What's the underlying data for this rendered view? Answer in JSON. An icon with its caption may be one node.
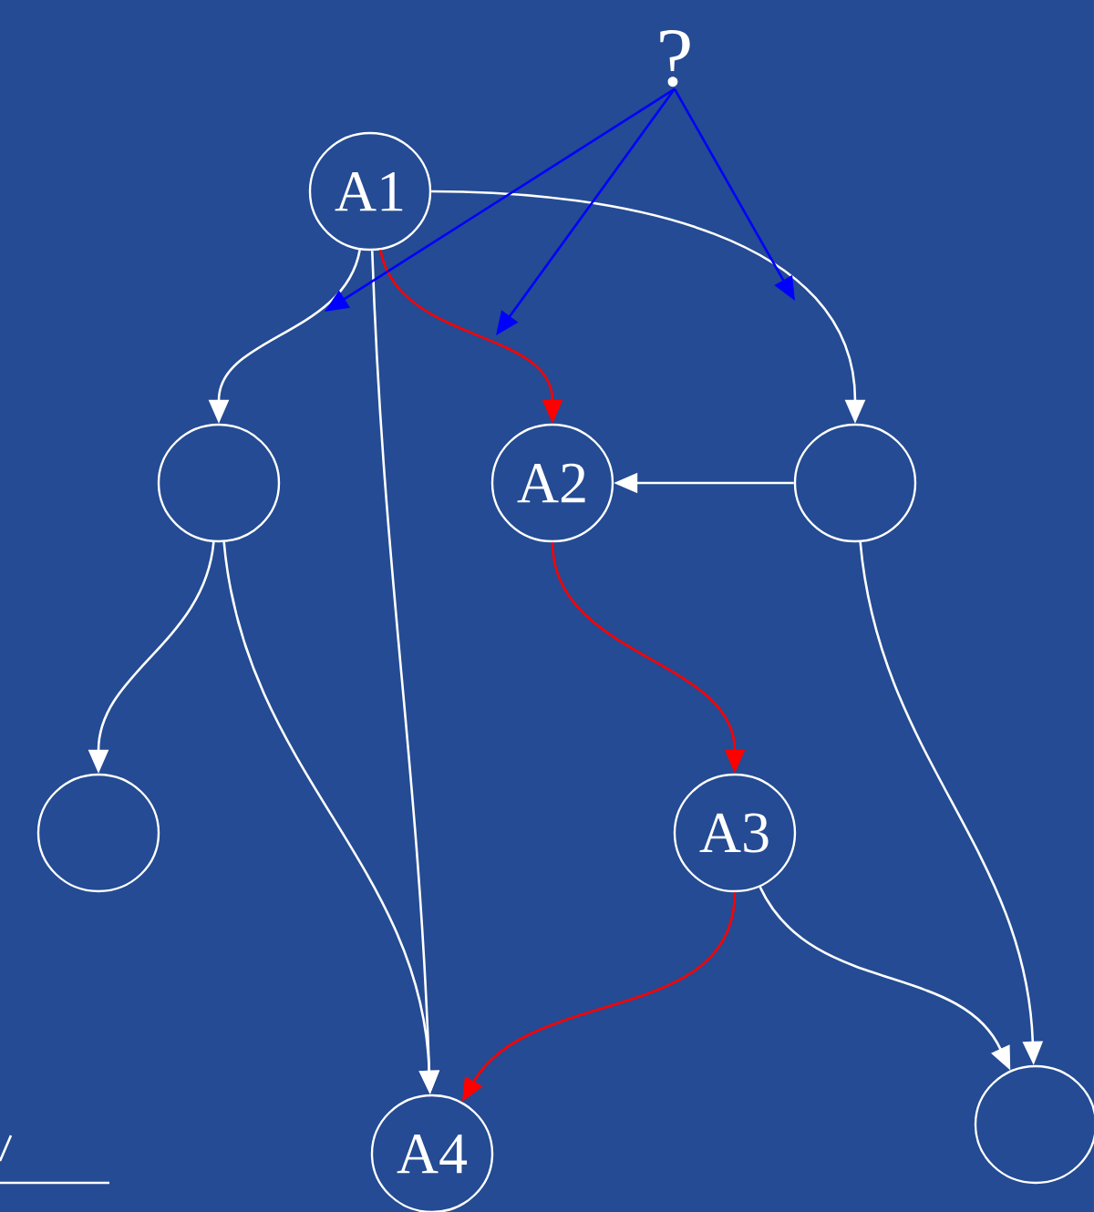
{
  "diagram": {
    "nodes": [
      {
        "text": [
          "A1"
        ]
      },
      {
        "text": [
          "?"
        ]
      },
      {
        "text": [],
        "shape": "circle"
      },
      {
        "text": [
          "A2"
        ]
      },
      {
        "text": [],
        "shape": "circle"
      },
      {
        "text": [],
        "shape": "circle"
      },
      {
        "text": [
          "A3"
        ]
      },
      {
        "text": [
          "A4"
        ]
      },
      {
        "text": [],
        "shape": "circle"
      }
    ],
    "edges": [
      {
        "from": 0,
        "to": 2,
        "arrow": "to"
      },
      {
        "from": 0,
        "to": 7,
        "arrow": "to"
      },
      {
        "from": 0,
        "to": 3,
        "arrow": "to",
        "color": "#ff0000"
      },
      {
        "from": 0,
        "to": 4,
        "arrow": "to"
      },
      {
        "from": 4,
        "to": 3,
        "arrow": "to"
      },
      {
        "from": 2,
        "to": 5,
        "arrow": "to"
      },
      {
        "from": 2,
        "to": 7,
        "arrow": "to"
      },
      {
        "from": 3,
        "to": 6,
        "arrow": "to",
        "color": "#ff0000"
      },
      {
        "from": 6,
        "to": 7,
        "arrow": "to",
        "color": "#ff0000"
      },
      {
        "from": 6,
        "to": 8,
        "arrow": "to"
      },
      {
        "from": 4,
        "to": 8,
        "arrow": "to"
      },
      {
        "from": 1,
        "to": null,
        "arrow": "to",
        "color": "#0000ff"
      },
      {
        "from": 1,
        "to": null,
        "arrow": "to",
        "color": "#0000ff"
      },
      {
        "from": 1,
        "to": null,
        "arrow": "to",
        "color": "#0000ff"
      }
    ]
  }
}
